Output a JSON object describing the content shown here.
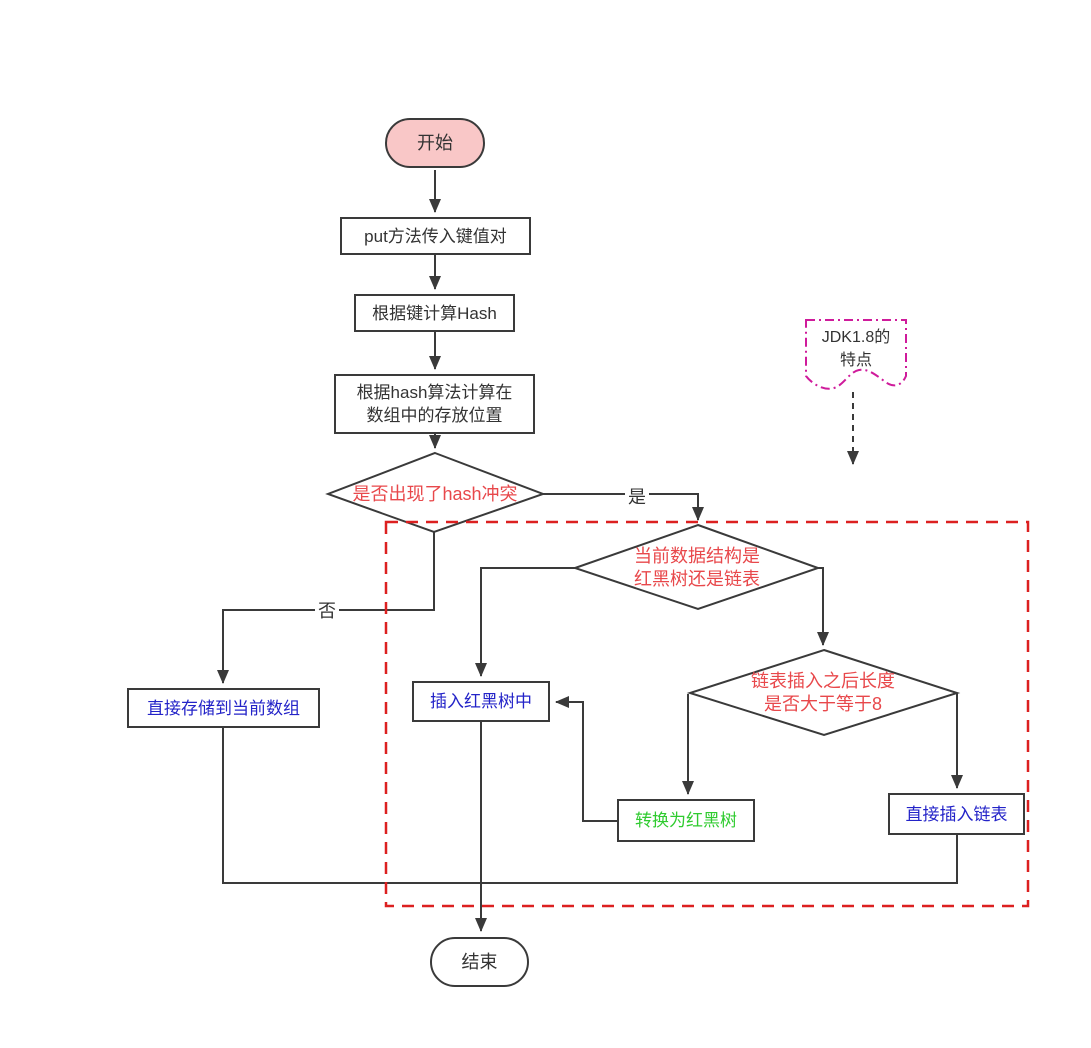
{
  "diagram": {
    "nodes": {
      "start": {
        "label": "开始"
      },
      "put": {
        "label": "put方法传入键值对"
      },
      "calc_hash": {
        "label": "根据键计算Hash"
      },
      "calc_position": {
        "line1": "根据hash算法计算在",
        "line2": "数组中的存放位置"
      },
      "hash_conflict": {
        "label": "是否出现了hash冲突"
      },
      "data_structure": {
        "line1": "当前数据结构是",
        "line2": "红黑树还是链表"
      },
      "list_length": {
        "line1": "链表插入之后长度",
        "line2": "是否大于等于8"
      },
      "insert_rbtree": {
        "label": "插入红黑树中"
      },
      "convert_rbtree": {
        "label": "转换为红黑树"
      },
      "insert_list": {
        "label": "直接插入链表"
      },
      "store_array": {
        "label": "直接存储到当前数组"
      },
      "end": {
        "label": "结束"
      }
    },
    "edge_labels": {
      "yes": "是",
      "no": "否"
    },
    "annotation": {
      "line1": "JDK1.8的",
      "line2": "特点"
    },
    "colors": {
      "line": "#3a3a3a",
      "start_fill": "#f9c7c7",
      "decision_text": "#e8484b",
      "blue_text": "#2323c8",
      "green_text": "#2fcb2f",
      "dashed_region": "#dc2020",
      "annotation_border": "#cf1b9b"
    }
  }
}
